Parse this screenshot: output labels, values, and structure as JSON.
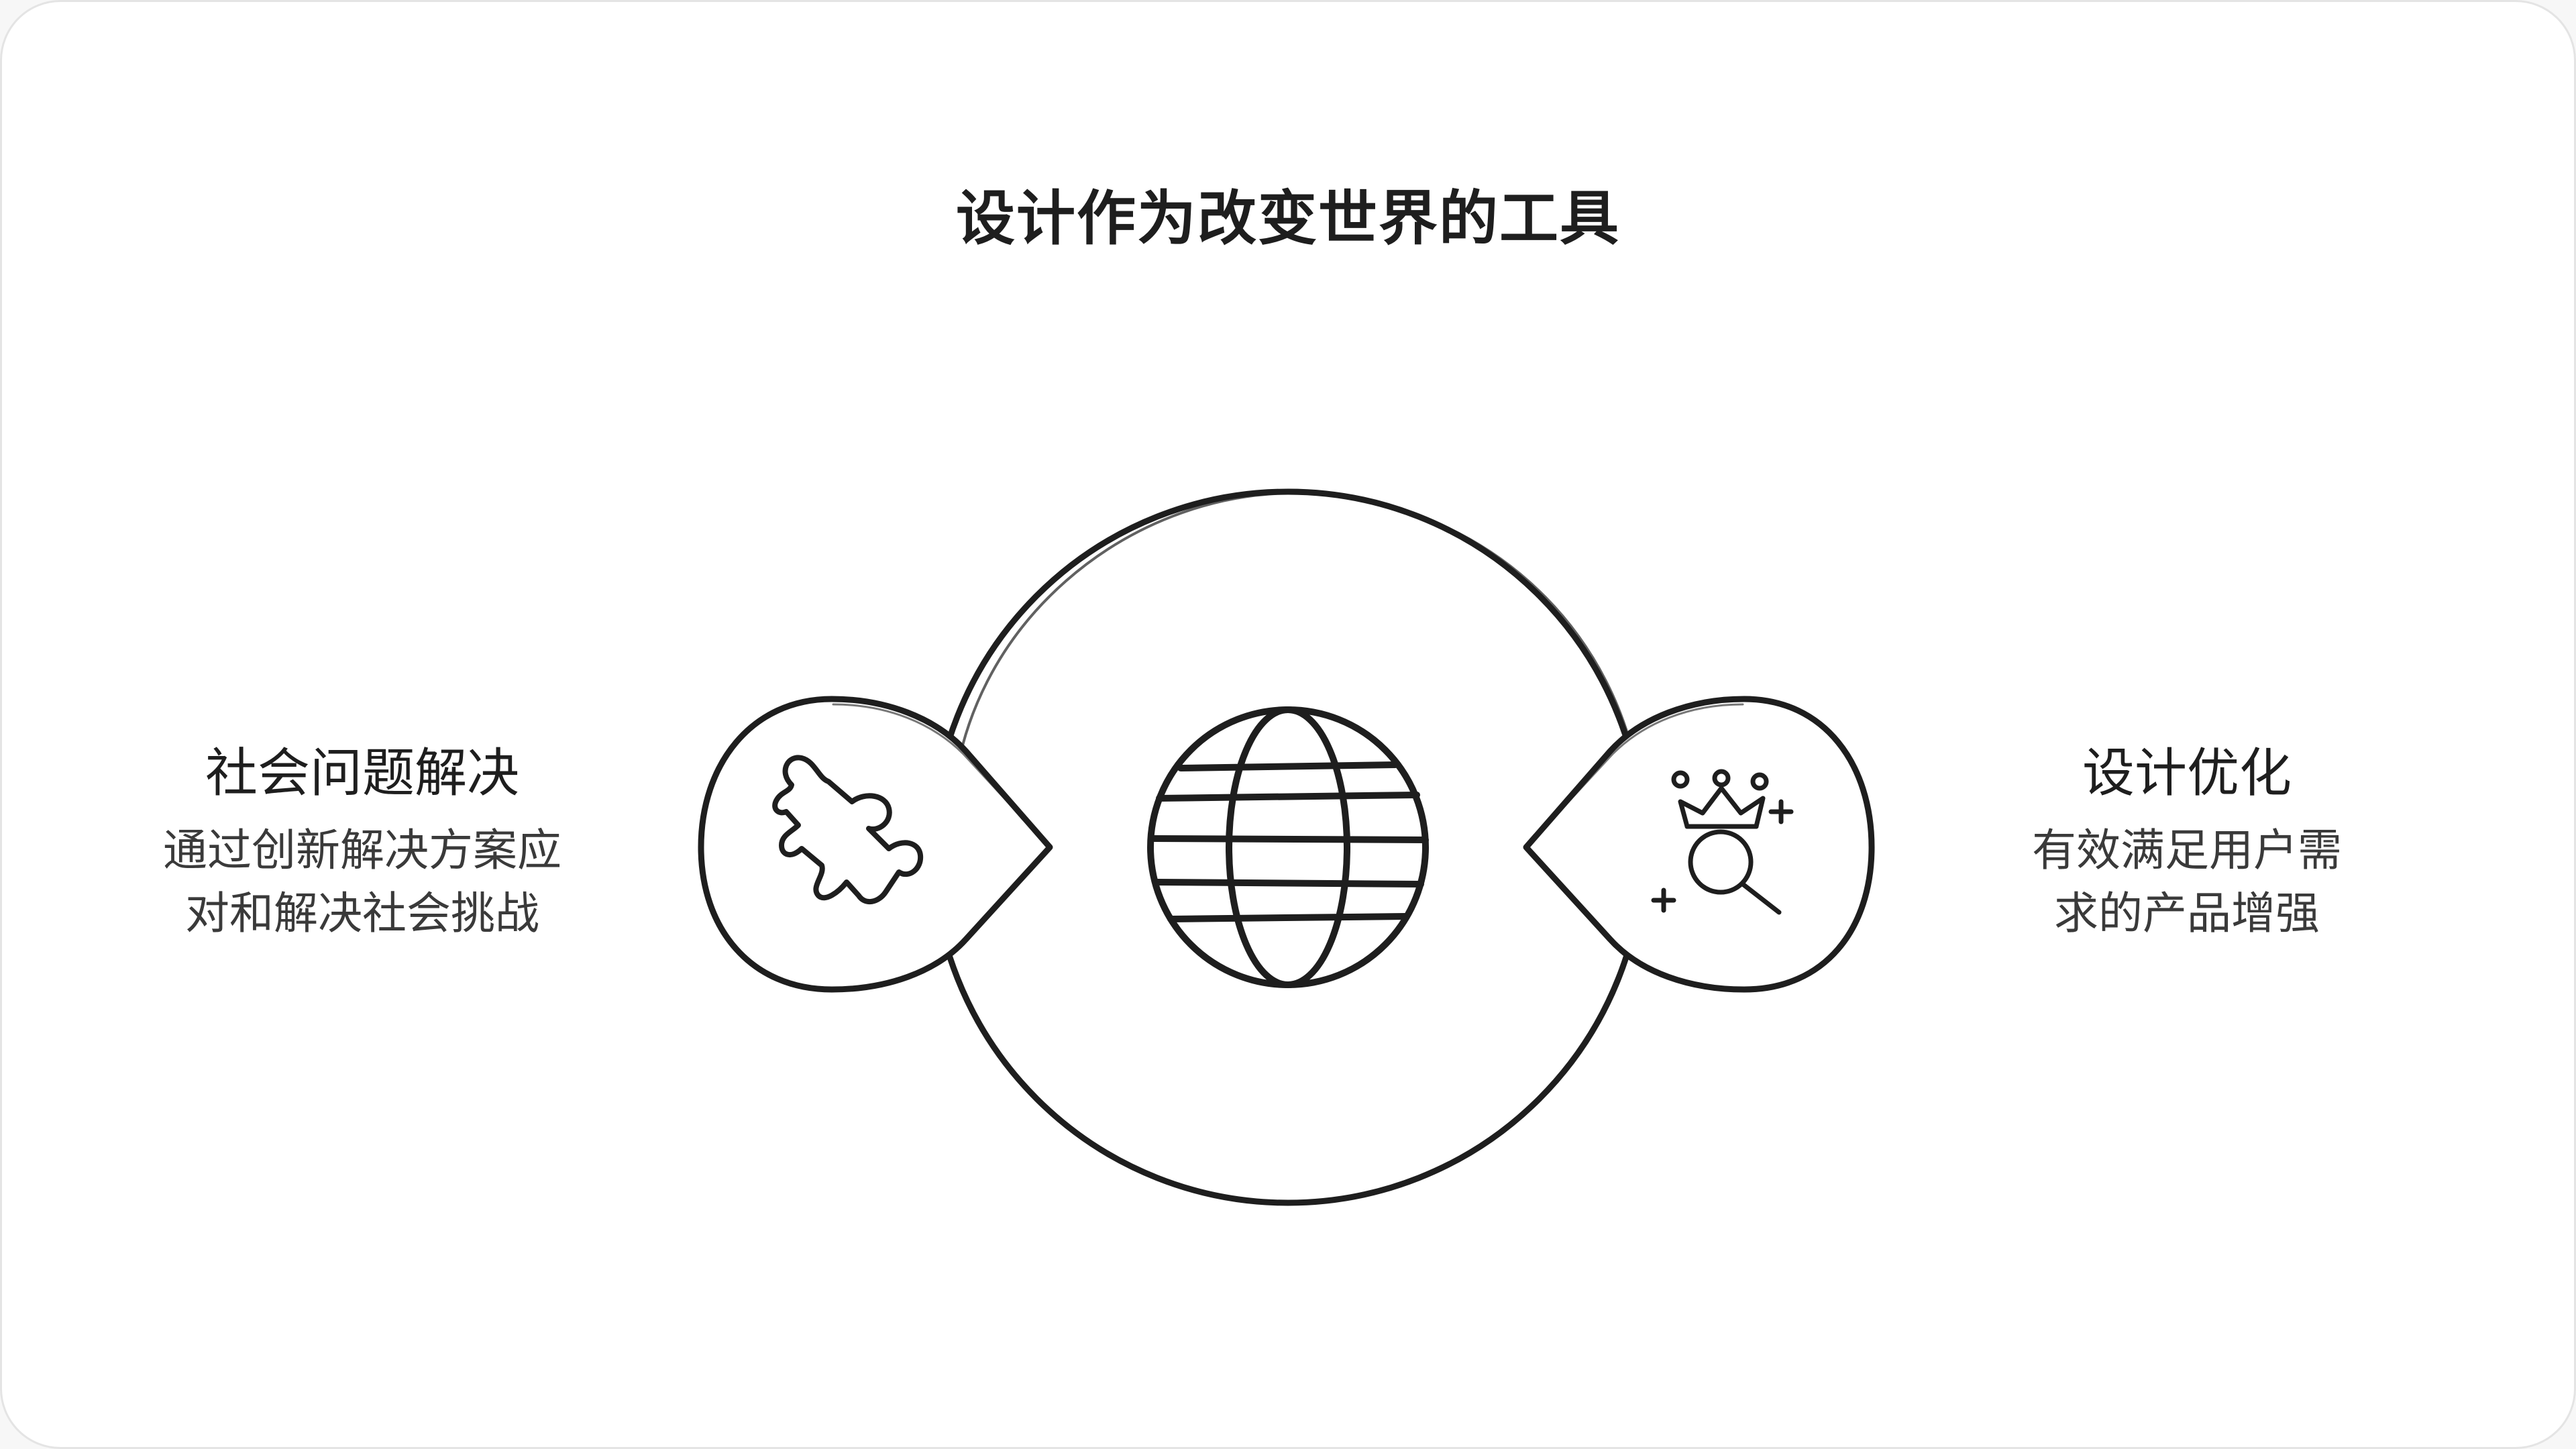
{
  "title": "设计作为改变世界的工具",
  "left": {
    "heading": "社会问题解决",
    "description_lines": [
      "通过创新解决方案应",
      "对和解决社会挑战"
    ],
    "icon": "puzzle-piece-icon"
  },
  "center": {
    "icon": "globe-icon"
  },
  "right": {
    "heading": "设计优化",
    "description_lines": [
      "有效满足用户需",
      "求的产品增强"
    ],
    "icon": "crown-magnifier-icon"
  },
  "colors": {
    "stroke": "#1e1e1e",
    "background": "#ffffff",
    "border": "#e4e4e4"
  }
}
